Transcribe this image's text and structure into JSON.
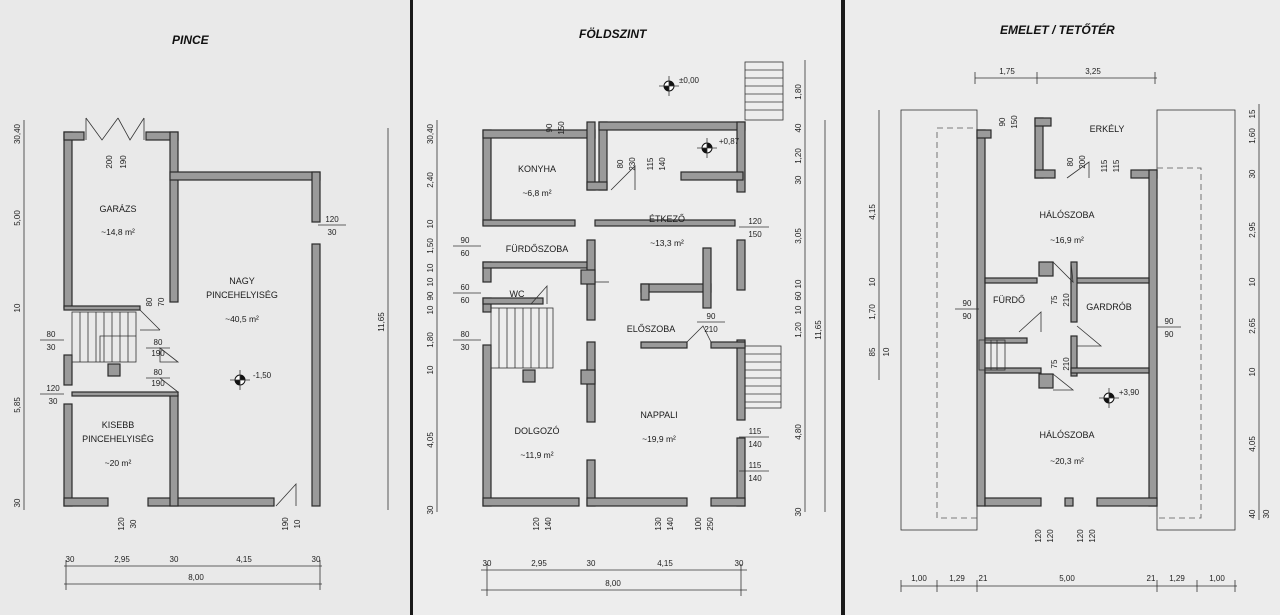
{
  "sheets": {
    "pince": {
      "title": "PINCE",
      "rooms": {
        "garazs": {
          "name": "GARÁZS",
          "area": "~14,8 m²"
        },
        "nagy": {
          "name1": "NAGY",
          "name2": "PINCEHELYISÉG",
          "area": "~40,5 m²"
        },
        "kisebb": {
          "name1": "KISEBB",
          "name2": "PINCEHELYISÉG",
          "area": "~20 m²"
        }
      },
      "level": "-1,50",
      "dims": {
        "left_vert": [
          "30,40",
          "5,00",
          "10",
          "5,85",
          "30"
        ],
        "right_vert": "11,65",
        "bottom": [
          "30",
          "2,95",
          "30",
          "4,15",
          "30"
        ],
        "total": "8,00",
        "door_top": [
          "200",
          "190"
        ],
        "door_right_1": [
          "120",
          "30"
        ],
        "door_left_1": [
          "80",
          "30"
        ],
        "door_left_2": [
          "120",
          "30"
        ],
        "door_mid_1": [
          "80",
          "190"
        ],
        "door_mid_2": [
          "80",
          "190"
        ],
        "door_mid_v": [
          "80",
          "70"
        ],
        "door_bottom_1": [
          "120",
          "30"
        ],
        "door_bottom_2": [
          "190",
          "10"
        ]
      }
    },
    "foldszint": {
      "title": "FÖLDSZINT",
      "rooms": {
        "konyha": {
          "name": "KONYHA",
          "area": "~6,8 m²"
        },
        "etkezo": {
          "name": "ÉTKEZŐ",
          "area": "~13,3 m²"
        },
        "furdoszoba": {
          "name": "FÜRDŐSZOBA"
        },
        "wc": {
          "name": "WC"
        },
        "eloszoba": {
          "name": "ELŐSZOBA"
        },
        "dolgozo": {
          "name": "DOLGOZÓ",
          "area": "~11,9 m²"
        },
        "nappali": {
          "name": "NAPPALI",
          "area": "~19,9 m²"
        }
      },
      "levels": [
        "±0,00",
        "+0,87"
      ],
      "dims": {
        "left_vert": [
          "30,40",
          "2,40",
          "10",
          "1,50",
          "10",
          "10",
          "90",
          "10",
          "1,80",
          "10",
          "4,05",
          "30"
        ],
        "right_vert_a": [
          "1,80",
          "40",
          "1,20",
          "30",
          "3,05",
          "10",
          "60",
          "10",
          "1,20",
          "4,80",
          "30"
        ],
        "right_total": "11,65",
        "bottom": [
          "30",
          "2,95",
          "30",
          "4,15",
          "30"
        ],
        "total": "8,00",
        "d_top": [
          "90",
          "150"
        ],
        "d_konyha": [
          "80",
          "230"
        ],
        "d_etk": [
          "115",
          "140"
        ],
        "d_etk_r": [
          "120",
          "150"
        ],
        "d_furdo": [
          "90",
          "60"
        ],
        "d_wc": [
          "60",
          "60"
        ],
        "d_stair": [
          "80",
          "30"
        ],
        "d_elo": [
          "90",
          "210"
        ],
        "d_napp_1": [
          "115",
          "140"
        ],
        "d_napp_2": [
          "115",
          "140"
        ],
        "d_bot_1": [
          "120",
          "140"
        ],
        "d_bot_2": [
          "130",
          "140"
        ],
        "d_bot_3": [
          "100",
          "250"
        ]
      }
    },
    "emelet": {
      "title": "EMELET / TETŐTÉR",
      "rooms": {
        "erkely": {
          "name": "ERKÉLY"
        },
        "halo1": {
          "name": "HÁLÓSZOBA",
          "area": "~16,9 m²"
        },
        "furdo": {
          "name": "FÜRDŐ"
        },
        "gardrob": {
          "name": "GARDRÓB"
        },
        "halo2": {
          "name": "HÁLÓSZOBA",
          "area": "~20,3 m²"
        }
      },
      "level": "+3,90",
      "dims": {
        "top": [
          "1,75",
          "3,25"
        ],
        "left_vert": [
          "4,15",
          "10",
          "1,70",
          "85",
          "10"
        ],
        "right_vert": [
          "15",
          "1,60",
          "30",
          "2,95",
          "10",
          "2,65",
          "10",
          "4,05",
          "40",
          "30"
        ],
        "bottom": [
          "1,00",
          "1,29",
          "21",
          "5,00",
          "21",
          "1,29",
          "1,00"
        ],
        "d_top": [
          "90",
          "150"
        ],
        "d_erk": [
          "80",
          "200"
        ],
        "d_erk2": [
          "115",
          "115"
        ],
        "d_f1": [
          "75",
          "210"
        ],
        "d_f2": [
          "75",
          "210"
        ],
        "d_fl": [
          "90",
          "90"
        ],
        "d_fr": [
          "90",
          "90"
        ],
        "d_b1": [
          "120",
          "120"
        ],
        "d_b2": [
          "120",
          "120"
        ]
      }
    }
  }
}
